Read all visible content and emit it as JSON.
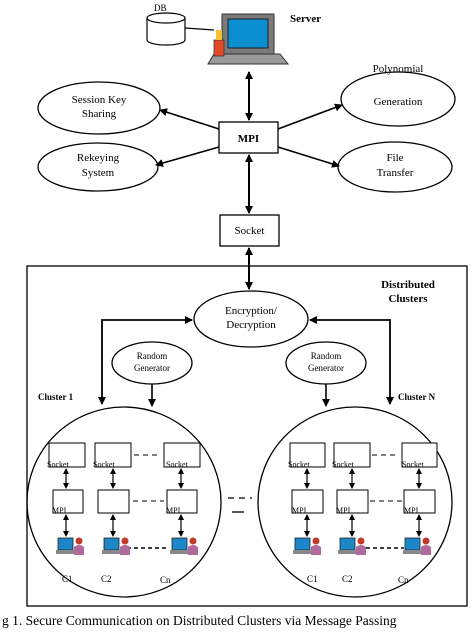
{
  "server": {
    "db_label": "DB",
    "server_label": "Server"
  },
  "hub": {
    "mpi_label": "MPI",
    "socket_label": "Socket",
    "session_key": [
      "Session Key",
      "Sharing"
    ],
    "rekeying": [
      "Rekeying",
      "System"
    ],
    "polynomial": [
      "Polynomial",
      "Generation"
    ],
    "file_transfer": [
      "File",
      "Transfer"
    ]
  },
  "clusters_region": {
    "title": [
      "Distributed",
      "Clusters"
    ],
    "encryption": [
      "Encryption/",
      "Decryption"
    ],
    "random_generator": [
      "Random",
      "Generator"
    ],
    "cluster_left_label": "Cluster 1",
    "cluster_right_label": "Cluster N",
    "socket_node": "Socket",
    "mpi_node": "MPI",
    "left_nodes": [
      "C1",
      "C2",
      "Cn"
    ],
    "right_nodes": [
      "C1",
      "C2",
      "Cn"
    ]
  },
  "caption": "g 1.  Secure Communication on Distributed Clusters via Message Passing"
}
